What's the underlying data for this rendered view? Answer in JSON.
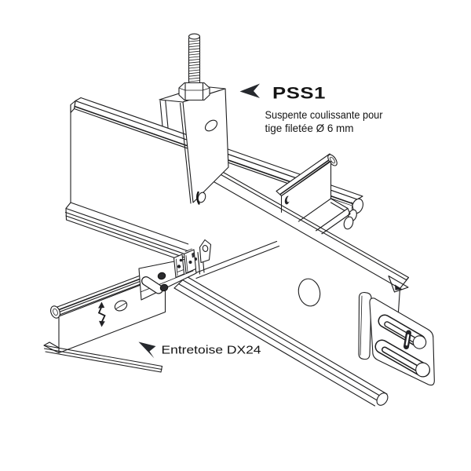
{
  "diagram": {
    "part_labels": {
      "pss1": {
        "code": "PSS1",
        "description_line1": "Suspente coulissante pour",
        "description_line2": "tige filetée Ø 6 mm"
      },
      "entretoise": {
        "name": "Entretoise DX24"
      }
    },
    "colors": {
      "background": "#ffffff",
      "line": "#1e1e1f",
      "text": "#141414",
      "arrow": "#26292e"
    }
  }
}
